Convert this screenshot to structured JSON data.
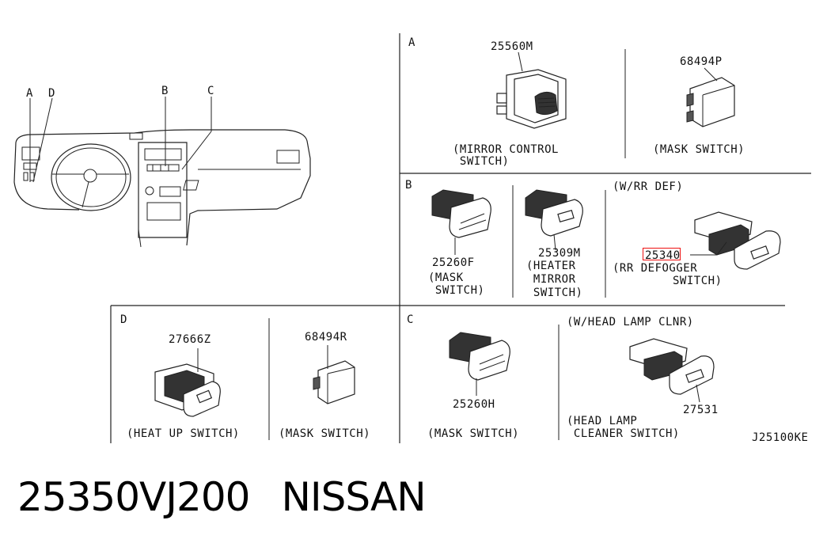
{
  "sections": {
    "a": "A",
    "b": "B",
    "c": "C",
    "d": "D"
  },
  "dash_labels": {
    "a": "A",
    "d": "D",
    "b": "B",
    "c": "C"
  },
  "parts": {
    "p25560m": {
      "number": "25560M",
      "desc1": "(MIRROR CONTROL",
      "desc2": " SWITCH)"
    },
    "p68494p": {
      "number": "68494P",
      "desc1": "(MASK SWITCH)"
    },
    "p25260f": {
      "number": "25260F",
      "desc1": "(MASK",
      "desc2": " SWITCH)"
    },
    "p25309m": {
      "number": "25309M",
      "desc1": "(HEATER",
      "desc2": " MIRROR",
      "desc3": " SWITCH)"
    },
    "p25340": {
      "number": "25340",
      "cond": "(W/RR DEF)",
      "desc1": "(RR DEFOGGER",
      "desc2": "SWITCH)"
    },
    "p27666z": {
      "number": "27666Z",
      "desc1": "(HEAT UP SWITCH)"
    },
    "p68494r": {
      "number": "68494R",
      "desc1": "(MASK SWITCH)"
    },
    "p25260h": {
      "number": "25260H",
      "desc1": "(MASK SWITCH)"
    },
    "p27531": {
      "number": "27531",
      "cond": "(W/HEAD LAMP CLNR)",
      "desc1": "(HEAD LAMP",
      "desc2": " CLEANER SWITCH)"
    }
  },
  "diagram_code": "J25100KE",
  "highlight_color": "#ee1111",
  "caption": {
    "part_number": "25350VJ200",
    "brand": "NISSAN"
  }
}
